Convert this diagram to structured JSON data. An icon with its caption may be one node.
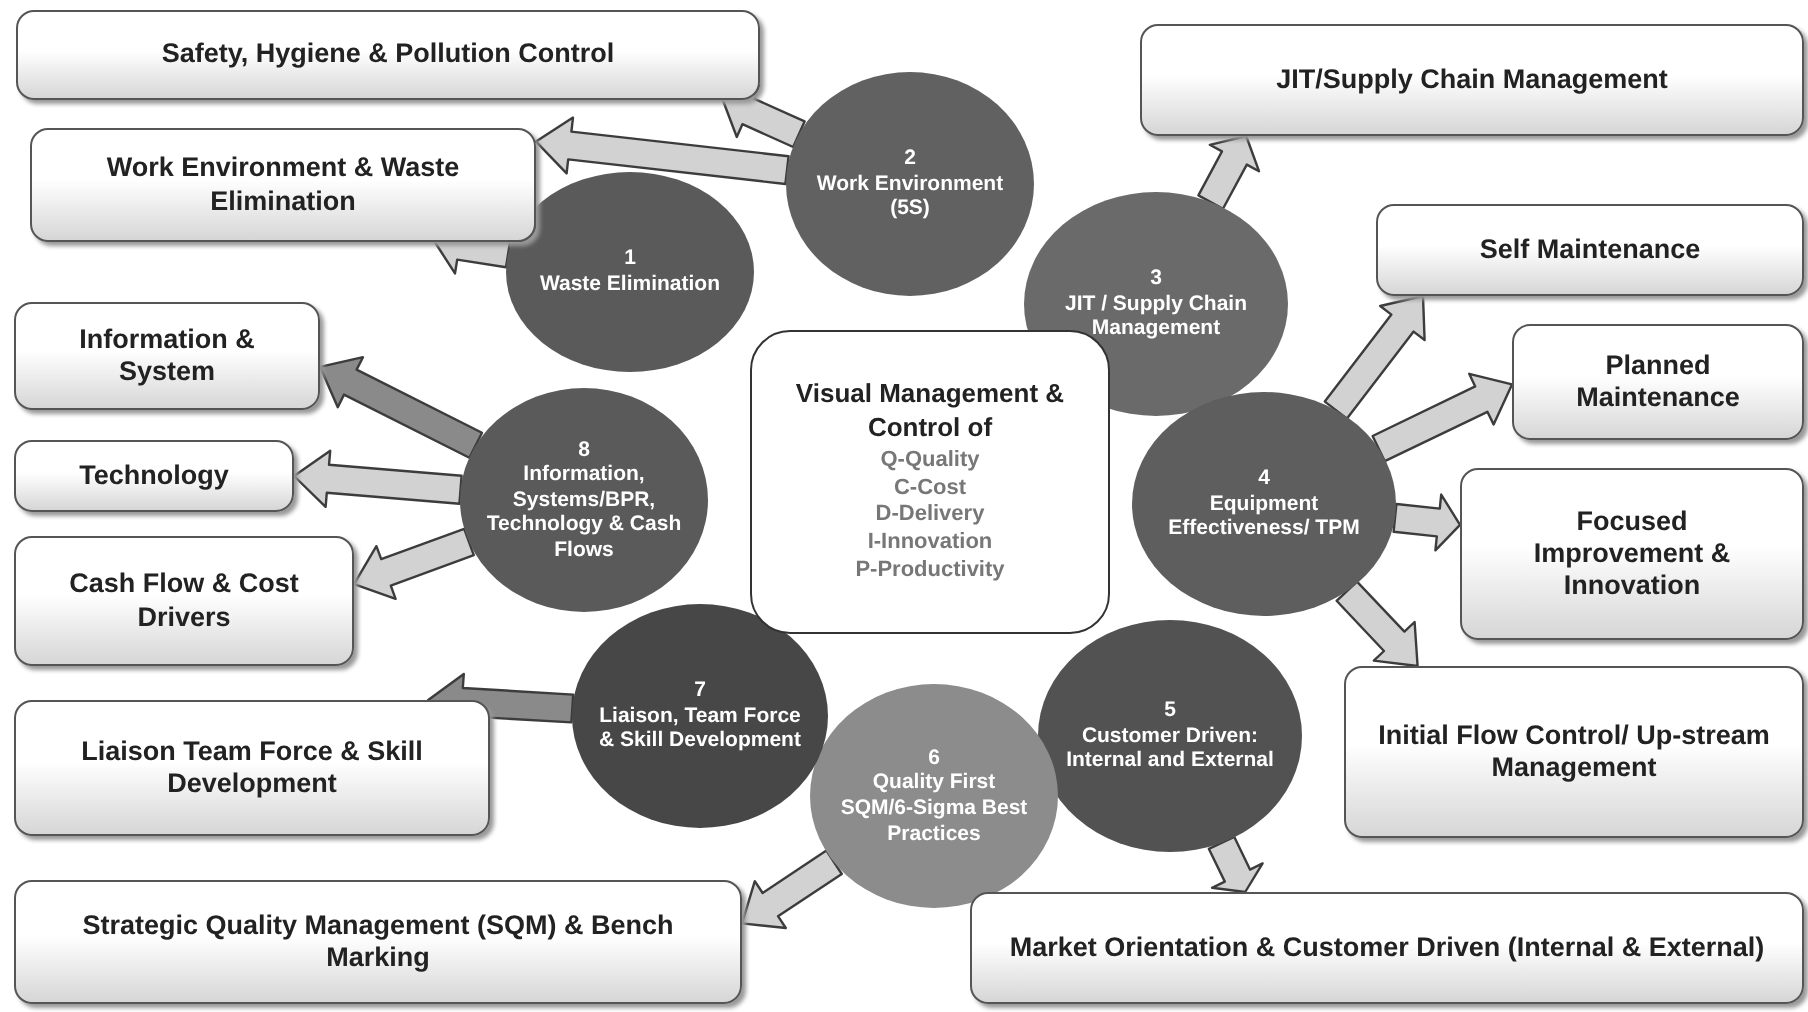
{
  "diagram": {
    "nodes": [
      {
        "text": [
          "1",
          "Waste Elimination"
        ]
      },
      {
        "text": [
          "2",
          "Work Environment (5S)"
        ]
      },
      {
        "text": [
          "3",
          "JIT / Supply Chain Management"
        ]
      },
      {
        "text": [
          "4",
          "Equipment Effectiveness/ TPM"
        ]
      },
      {
        "text": [
          "5",
          "Customer Driven: Internal and External"
        ]
      },
      {
        "text": [
          "6",
          "Quality First SQM/6-Sigma Best Practices"
        ]
      },
      {
        "text": [
          "7",
          "Liaison, Team Force & Skill Development"
        ]
      },
      {
        "text": [
          "8",
          "Information, Systems/BPR, Technology & Cash Flows"
        ]
      },
      {
        "text": [
          "Visual Management & Control of",
          "Q-Quality",
          "C-Cost",
          "D-Delivery",
          "I-Innovation",
          "P-Productivity"
        ]
      },
      {
        "text": [
          "Safety, Hygiene & Pollution Control"
        ]
      },
      {
        "text": [
          "JIT/Supply Chain Management"
        ]
      },
      {
        "text": [
          "Work Environment & Waste Elimination"
        ]
      },
      {
        "text": [
          "Self Maintenance"
        ]
      },
      {
        "text": [
          "Information & System"
        ]
      },
      {
        "text": [
          "Planned Maintenance"
        ]
      },
      {
        "text": [
          "Technology"
        ]
      },
      {
        "text": [
          "Focused Improvement & Innovation"
        ]
      },
      {
        "text": [
          "Cash Flow & Cost Drivers"
        ]
      },
      {
        "text": [
          "Liaison Team Force & Skill Development"
        ]
      },
      {
        "text": [
          "Initial Flow Control/ Up-stream Management"
        ]
      },
      {
        "text": [
          "Strategic Quality Management (SQM) & Bench Marking"
        ]
      },
      {
        "text": [
          "Market Orientation & Customer Driven (Internal & External)"
        ]
      }
    ],
    "edges": [
      {
        "from": 1,
        "to": 9,
        "arrow": "to"
      },
      {
        "from": 1,
        "to": 11,
        "arrow": "to"
      },
      {
        "from": 0,
        "to": 11,
        "arrow": "to"
      },
      {
        "from": 2,
        "to": 10,
        "arrow": "to"
      },
      {
        "from": 3,
        "to": 12,
        "arrow": "to"
      },
      {
        "from": 3,
        "to": 14,
        "arrow": "to"
      },
      {
        "from": 3,
        "to": 16,
        "arrow": "to"
      },
      {
        "from": 3,
        "to": 19,
        "arrow": "to"
      },
      {
        "from": 4,
        "to": 21,
        "arrow": "to"
      },
      {
        "from": 5,
        "to": 20,
        "arrow": "to"
      },
      {
        "from": 6,
        "to": 18,
        "arrow": "to",
        "color": "#8a8a8a"
      },
      {
        "from": 7,
        "to": 13,
        "arrow": "to",
        "color": "#8a8a8a"
      },
      {
        "from": 7,
        "to": 15,
        "arrow": "to"
      },
      {
        "from": 7,
        "to": 17,
        "arrow": "to"
      }
    ]
  }
}
